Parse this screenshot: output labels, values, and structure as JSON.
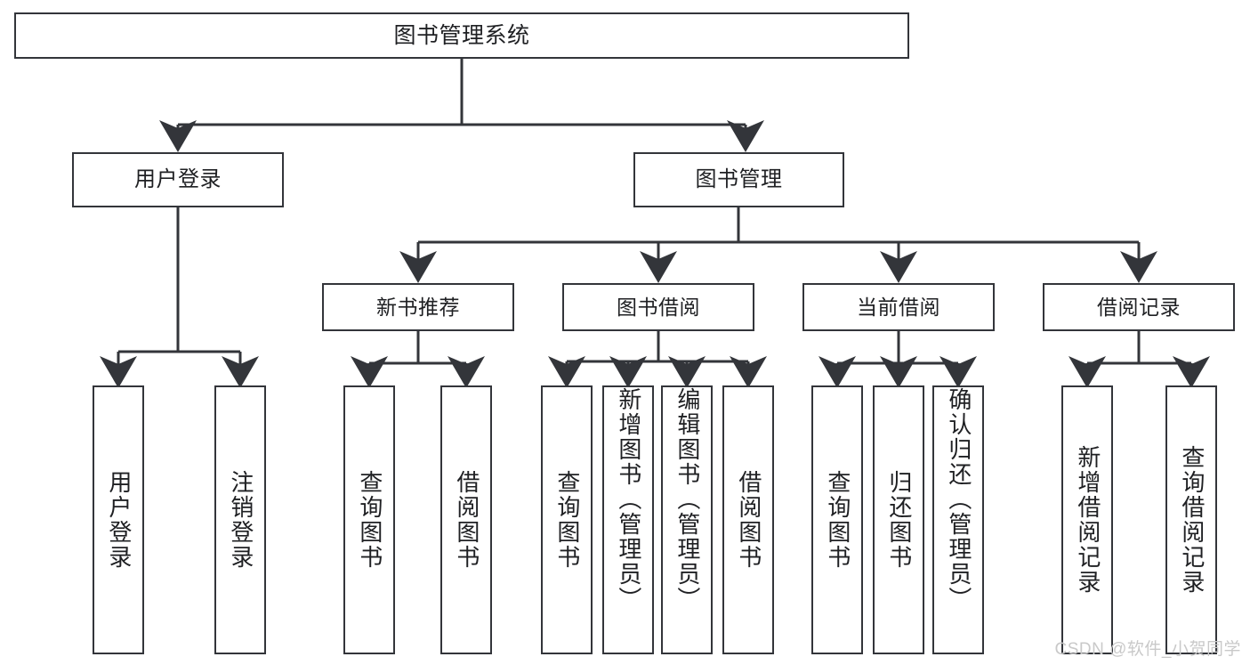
{
  "diagram": {
    "title": "图书管理系统",
    "type": "tree",
    "watermark": "CSDN @软件_小贺同学",
    "line_color": "#33353a",
    "box_fill": "#ffffff",
    "text_color": "#1f2023"
  },
  "nodes": {
    "root": {
      "label": "图书管理系统"
    },
    "level2": [
      {
        "label": "用户登录"
      },
      {
        "label": "图书管理"
      }
    ],
    "level3": [
      {
        "label": "新书推荐"
      },
      {
        "label": "图书借阅"
      },
      {
        "label": "当前借阅"
      },
      {
        "label": "借阅记录"
      }
    ],
    "leaves": {
      "user_login": [
        {
          "label": "用户登录"
        },
        {
          "label": "注销登录"
        }
      ],
      "new_book": [
        {
          "label": "查询图书"
        },
        {
          "label": "借阅图书"
        }
      ],
      "book_borrow": [
        {
          "label": "查询图书"
        },
        {
          "label": "新增图书（管理员）"
        },
        {
          "label": "编辑图书（管理员）"
        },
        {
          "label": "借阅图书"
        }
      ],
      "current_borrow": [
        {
          "label": "查询图书"
        },
        {
          "label": "归还图书"
        },
        {
          "label": "确认归还（管理员）"
        }
      ],
      "borrow_record": [
        {
          "label": "新增借阅记录"
        },
        {
          "label": "查询借阅记录"
        }
      ]
    }
  }
}
